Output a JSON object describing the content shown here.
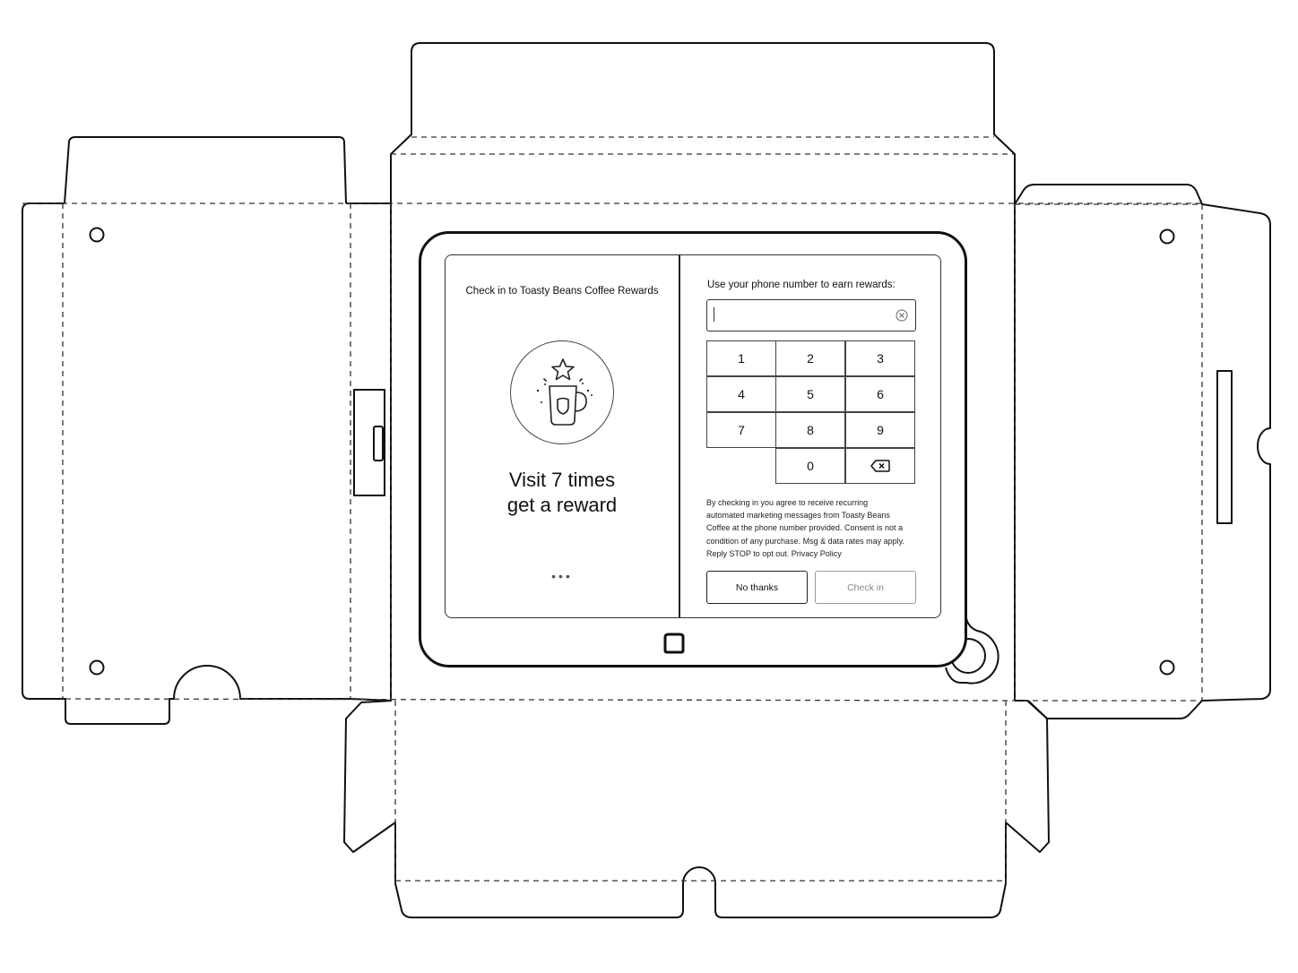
{
  "kiosk": {
    "checkin_title": "Check in to Toasty Beans Coffee Rewards",
    "headline_line1": "Visit 7 times",
    "headline_line2": "get a reward",
    "carousel_dots": "•••",
    "badge_icon": "coffee-cup-star-icon"
  },
  "phone_entry": {
    "prompt": "Use your phone number to earn rewards:",
    "value": "",
    "placeholder": "",
    "clear_icon": "clear-circle-icon"
  },
  "keypad": {
    "keys": [
      "1",
      "2",
      "3",
      "4",
      "5",
      "6",
      "7",
      "8",
      "9",
      "",
      "0",
      "backspace"
    ],
    "backspace_icon": "backspace-icon"
  },
  "legal": {
    "text": "By checking in you agree to receive recurring automated marketing messages from Toasty Beans Coffee at the phone number provided. Consent is not a condition of any purchase. Msg & data rates may apply. Reply STOP to opt out.",
    "privacy_link": "Privacy Policy"
  },
  "actions": {
    "no_thanks": "No thanks",
    "check_in": "Check in"
  },
  "device": {
    "home_icon": "home-button-icon"
  }
}
